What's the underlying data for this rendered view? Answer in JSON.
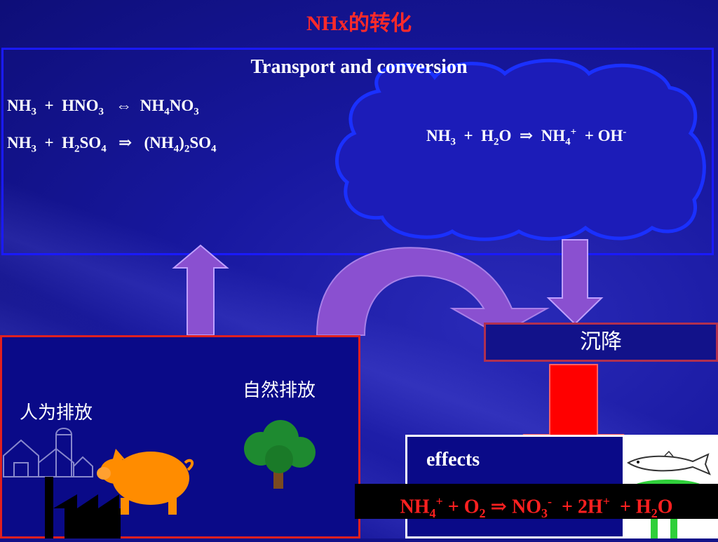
{
  "title": "NHx的转化",
  "transport": {
    "title": "Transport and conversion",
    "eq1": {
      "a": "NH",
      "a_sub": "3",
      "plus": "+",
      "b": "HNO",
      "b_sub": "3",
      "arrow": "⇔",
      "c": "NH",
      "c_sub": "4",
      "c2": "NO",
      "c2_sub": "3"
    },
    "eq2": {
      "a": "NH",
      "a_sub": "3",
      "plus": "+",
      "b": "H",
      "b_sub": "2",
      "b2": "SO",
      "b2_sub": "4",
      "arrow": "⇒",
      "c_open": "(NH",
      "c_sub": "4",
      "c_close": ")",
      "c_sub2": "2",
      "c2": "SO",
      "c2_sub": "4"
    },
    "cloud_eq": {
      "a": "NH",
      "a_sub": "3",
      "plus": "+",
      "b": "H",
      "b_sub": "2",
      "b2": "O",
      "arrow": "⇒",
      "c": "NH",
      "c_sub": "4",
      "c_sup": "+",
      "plus2": "+ OH",
      "d_sup": "-"
    }
  },
  "deposition": {
    "label": "沉降"
  },
  "emissions": {
    "natural": "自然排放",
    "human": "人为排放"
  },
  "effects": {
    "label": "effects",
    "eq": {
      "a": "NH",
      "a_sub": "4",
      "a_sup": "+",
      "p1": "+ O",
      "p1_sub": "2",
      "arrow": "⇒",
      "b": "NO",
      "b_sub": "3",
      "b_sup": "-",
      "p2": "+ 2H",
      "p2_sup": "+",
      "p3": "+ H",
      "p3_sub": "2",
      "p3b": "O"
    }
  },
  "colors": {
    "background": "#12128a",
    "title": "#ff2a2a",
    "frame": "#1a1aff",
    "arrow_purple": "#8a50d0",
    "arrow_red": "#ff0000",
    "pig": "#ff8c00",
    "tree": "#1e8a30"
  }
}
